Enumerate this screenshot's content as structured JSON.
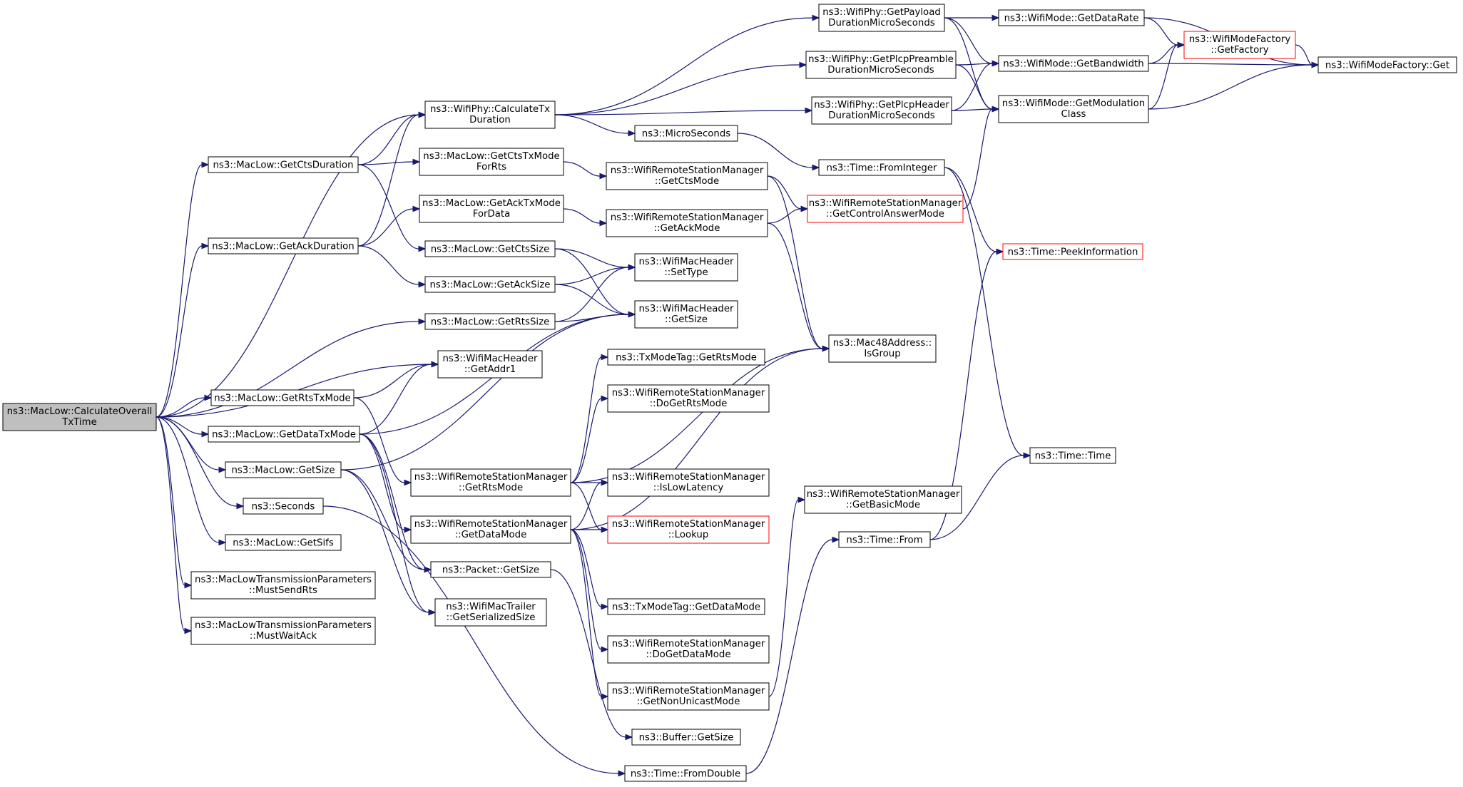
{
  "graph": {
    "nodes": [
      {
        "id": "root",
        "lines": [
          "ns3::MacLow::CalculateOverall",
          "TxTime"
        ],
        "style": "root"
      },
      {
        "id": "calcTx",
        "lines": [
          "ns3::WifiPhy::CalculateTx",
          "Duration"
        ]
      },
      {
        "id": "getCtsDur",
        "lines": [
          "ns3::MacLow::GetCtsDuration"
        ]
      },
      {
        "id": "getAckDur",
        "lines": [
          "ns3::MacLow::GetAckDuration"
        ]
      },
      {
        "id": "getRtsSize",
        "lines": [
          "ns3::MacLow::GetRtsSize"
        ]
      },
      {
        "id": "hdrGetAddr1",
        "lines": [
          "ns3::WifiMacHeader",
          "::GetAddr1"
        ]
      },
      {
        "id": "getRtsTxMode",
        "lines": [
          "ns3::MacLow::GetRtsTxMode"
        ]
      },
      {
        "id": "getDataTxMode",
        "lines": [
          "ns3::MacLow::GetDataTxMode"
        ]
      },
      {
        "id": "macGetSize",
        "lines": [
          "ns3::MacLow::GetSize"
        ]
      },
      {
        "id": "seconds",
        "lines": [
          "ns3::Seconds"
        ]
      },
      {
        "id": "getSifs",
        "lines": [
          "ns3::MacLow::GetSifs"
        ]
      },
      {
        "id": "mustSendRts",
        "lines": [
          "ns3::MacLowTransmissionParameters",
          "::MustSendRts"
        ]
      },
      {
        "id": "mustWaitAck",
        "lines": [
          "ns3::MacLowTransmissionParameters",
          "::MustWaitAck"
        ]
      },
      {
        "id": "payloadDur",
        "lines": [
          "ns3::WifiPhy::GetPayload",
          "DurationMicroSeconds"
        ]
      },
      {
        "id": "preambleDur",
        "lines": [
          "ns3::WifiPhy::GetPlcpPreamble",
          "DurationMicroSeconds"
        ]
      },
      {
        "id": "headerDur",
        "lines": [
          "ns3::WifiPhy::GetPlcpHeader",
          "DurationMicroSeconds"
        ]
      },
      {
        "id": "microSeconds",
        "lines": [
          "ns3::MicroSeconds"
        ]
      },
      {
        "id": "getCtsTxMode",
        "lines": [
          "ns3::MacLow::GetCtsTxMode",
          "ForRts"
        ]
      },
      {
        "id": "getAckTxMode",
        "lines": [
          "ns3::MacLow::GetAckTxMode",
          "ForData"
        ]
      },
      {
        "id": "getCtsSize",
        "lines": [
          "ns3::MacLow::GetCtsSize"
        ]
      },
      {
        "id": "getAckSize",
        "lines": [
          "ns3::MacLow::GetAckSize"
        ]
      },
      {
        "id": "wrsmGetCtsMode",
        "lines": [
          "ns3::WifiRemoteStationManager",
          "::GetCtsMode"
        ]
      },
      {
        "id": "wrsmGetAckMode",
        "lines": [
          "ns3::WifiRemoteStationManager",
          "::GetAckMode"
        ]
      },
      {
        "id": "hdrSetType",
        "lines": [
          "ns3::WifiMacHeader",
          "::SetType"
        ]
      },
      {
        "id": "hdrGetSize",
        "lines": [
          "ns3::WifiMacHeader",
          "::GetSize"
        ]
      },
      {
        "id": "tagGetRtsMode",
        "lines": [
          "ns3::TxModeTag::GetRtsMode"
        ]
      },
      {
        "id": "wrsmDoGetRtsMode",
        "lines": [
          "ns3::WifiRemoteStationManager",
          "::DoGetRtsMode"
        ]
      },
      {
        "id": "wrsmGetRtsMode",
        "lines": [
          "ns3::WifiRemoteStationManager",
          "::GetRtsMode"
        ]
      },
      {
        "id": "wrsmIsLowLatency",
        "lines": [
          "ns3::WifiRemoteStationManager",
          "::IsLowLatency"
        ]
      },
      {
        "id": "wrsmGetDataMode",
        "lines": [
          "ns3::WifiRemoteStationManager",
          "::GetDataMode"
        ]
      },
      {
        "id": "wrsmLookup",
        "lines": [
          "ns3::WifiRemoteStationManager",
          "::Lookup"
        ],
        "style": "hl"
      },
      {
        "id": "packetGetSize",
        "lines": [
          "ns3::Packet::GetSize"
        ]
      },
      {
        "id": "trailerSize",
        "lines": [
          "ns3::WifiMacTrailer",
          "::GetSerializedSize"
        ]
      },
      {
        "id": "tagGetDataMode",
        "lines": [
          "ns3::TxModeTag::GetDataMode"
        ]
      },
      {
        "id": "wrsmDoGetDataMode",
        "lines": [
          "ns3::WifiRemoteStationManager",
          "::DoGetDataMode"
        ]
      },
      {
        "id": "wrsmNonUnicast",
        "lines": [
          "ns3::WifiRemoteStationManager",
          "::GetNonUnicastMode"
        ]
      },
      {
        "id": "bufferGetSize",
        "lines": [
          "ns3::Buffer::GetSize"
        ]
      },
      {
        "id": "timeFromDouble",
        "lines": [
          "ns3::Time::FromDouble"
        ]
      },
      {
        "id": "timeFromInteger",
        "lines": [
          "ns3::Time::FromInteger"
        ]
      },
      {
        "id": "wrsmCtrlAnswer",
        "lines": [
          "ns3::WifiRemoteStationManager",
          "::GetControlAnswerMode"
        ],
        "style": "hl"
      },
      {
        "id": "isGroup",
        "lines": [
          "ns3::Mac48Address::",
          "IsGroup"
        ]
      },
      {
        "id": "wrsmBasicMode",
        "lines": [
          "ns3::WifiRemoteStationManager",
          "::GetBasicMode"
        ]
      },
      {
        "id": "timeFrom",
        "lines": [
          "ns3::Time::From"
        ]
      },
      {
        "id": "getDataRate",
        "lines": [
          "ns3::WifiMode::GetDataRate"
        ]
      },
      {
        "id": "getBandwidth",
        "lines": [
          "ns3::WifiMode::GetBandwidth"
        ]
      },
      {
        "id": "getModClass",
        "lines": [
          "ns3::WifiMode::GetModulation",
          "Class"
        ]
      },
      {
        "id": "peekInfo",
        "lines": [
          "ns3::Time::PeekInformation"
        ],
        "style": "hl"
      },
      {
        "id": "timeTime",
        "lines": [
          "ns3::Time::Time"
        ]
      },
      {
        "id": "factoryGetFactory",
        "lines": [
          "ns3::WifiModeFactory",
          "::GetFactory"
        ],
        "style": "hl"
      },
      {
        "id": "factoryGet",
        "lines": [
          "ns3::WifiModeFactory::Get"
        ]
      }
    ],
    "edges": [
      [
        "root",
        "calcTx"
      ],
      [
        "root",
        "getCtsDur"
      ],
      [
        "root",
        "getAckDur"
      ],
      [
        "root",
        "getRtsSize"
      ],
      [
        "root",
        "hdrGetAddr1"
      ],
      [
        "root",
        "getRtsTxMode"
      ],
      [
        "root",
        "getDataTxMode"
      ],
      [
        "root",
        "macGetSize"
      ],
      [
        "root",
        "seconds"
      ],
      [
        "root",
        "getSifs"
      ],
      [
        "root",
        "mustSendRts"
      ],
      [
        "root",
        "mustWaitAck"
      ],
      [
        "calcTx",
        "payloadDur"
      ],
      [
        "calcTx",
        "preambleDur"
      ],
      [
        "calcTx",
        "headerDur"
      ],
      [
        "calcTx",
        "microSeconds"
      ],
      [
        "getCtsDur",
        "calcTx"
      ],
      [
        "getCtsDur",
        "getCtsTxMode"
      ],
      [
        "getCtsDur",
        "getCtsSize"
      ],
      [
        "getAckDur",
        "calcTx"
      ],
      [
        "getAckDur",
        "getAckTxMode"
      ],
      [
        "getAckDur",
        "getAckSize"
      ],
      [
        "getRtsSize",
        "hdrSetType"
      ],
      [
        "getRtsSize",
        "hdrGetSize"
      ],
      [
        "getRtsTxMode",
        "hdrGetAddr1"
      ],
      [
        "getRtsTxMode",
        "wrsmGetRtsMode"
      ],
      [
        "getDataTxMode",
        "hdrGetAddr1"
      ],
      [
        "getDataTxMode",
        "hdrGetSize"
      ],
      [
        "getDataTxMode",
        "wrsmGetDataMode"
      ],
      [
        "getDataTxMode",
        "packetGetSize"
      ],
      [
        "getDataTxMode",
        "trailerSize"
      ],
      [
        "macGetSize",
        "hdrGetSize"
      ],
      [
        "macGetSize",
        "packetGetSize"
      ],
      [
        "macGetSize",
        "trailerSize"
      ],
      [
        "seconds",
        "timeFromDouble"
      ],
      [
        "getCtsTxMode",
        "wrsmGetCtsMode"
      ],
      [
        "getAckTxMode",
        "wrsmGetAckMode"
      ],
      [
        "getCtsSize",
        "hdrSetType"
      ],
      [
        "getCtsSize",
        "hdrGetSize"
      ],
      [
        "getAckSize",
        "hdrSetType"
      ],
      [
        "getAckSize",
        "hdrGetSize"
      ],
      [
        "wrsmGetCtsMode",
        "wrsmCtrlAnswer"
      ],
      [
        "wrsmGetCtsMode",
        "isGroup"
      ],
      [
        "wrsmGetAckMode",
        "wrsmCtrlAnswer"
      ],
      [
        "wrsmGetAckMode",
        "isGroup"
      ],
      [
        "wrsmGetRtsMode",
        "tagGetRtsMode"
      ],
      [
        "wrsmGetRtsMode",
        "wrsmDoGetRtsMode"
      ],
      [
        "wrsmGetRtsMode",
        "wrsmIsLowLatency"
      ],
      [
        "wrsmGetRtsMode",
        "wrsmLookup"
      ],
      [
        "wrsmGetRtsMode",
        "isGroup"
      ],
      [
        "wrsmGetDataMode",
        "wrsmIsLowLatency"
      ],
      [
        "wrsmGetDataMode",
        "wrsmLookup"
      ],
      [
        "wrsmGetDataMode",
        "tagGetDataMode"
      ],
      [
        "wrsmGetDataMode",
        "wrsmDoGetDataMode"
      ],
      [
        "wrsmGetDataMode",
        "wrsmNonUnicast"
      ],
      [
        "wrsmGetDataMode",
        "isGroup"
      ],
      [
        "packetGetSize",
        "bufferGetSize"
      ],
      [
        "wrsmNonUnicast",
        "wrsmBasicMode"
      ],
      [
        "timeFromDouble",
        "timeFrom"
      ],
      [
        "microSeconds",
        "timeFromInteger"
      ],
      [
        "timeFromInteger",
        "peekInfo"
      ],
      [
        "timeFromInteger",
        "timeTime"
      ],
      [
        "timeFrom",
        "peekInfo"
      ],
      [
        "timeFrom",
        "timeTime"
      ],
      [
        "wrsmCtrlAnswer",
        "getModClass"
      ],
      [
        "payloadDur",
        "getDataRate"
      ],
      [
        "payloadDur",
        "getBandwidth"
      ],
      [
        "payloadDur",
        "getModClass"
      ],
      [
        "preambleDur",
        "getBandwidth"
      ],
      [
        "preambleDur",
        "getModClass"
      ],
      [
        "headerDur",
        "getBandwidth"
      ],
      [
        "headerDur",
        "getModClass"
      ],
      [
        "getDataRate",
        "factoryGetFactory"
      ],
      [
        "getDataRate",
        "factoryGet"
      ],
      [
        "getBandwidth",
        "factoryGetFactory"
      ],
      [
        "getBandwidth",
        "factoryGet"
      ],
      [
        "getModClass",
        "factoryGetFactory"
      ],
      [
        "getModClass",
        "factoryGet"
      ],
      [
        "factoryGetFactory",
        "factoryGet"
      ]
    ]
  },
  "colors": {
    "edge": "#191970",
    "node_border": "#000000",
    "root_fill": "#bfbfbf",
    "highlight_border": "#ff0000",
    "background": "#ffffff"
  }
}
